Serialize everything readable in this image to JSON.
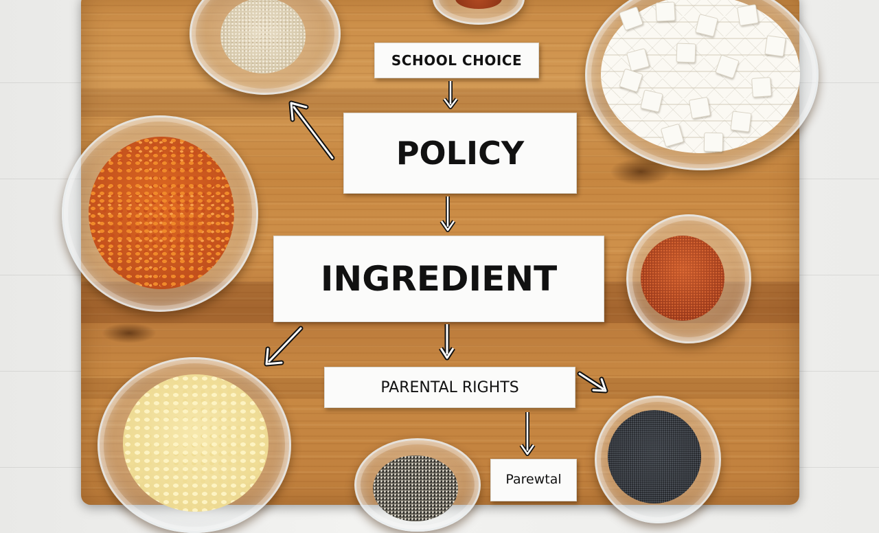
{
  "labels": {
    "school_choice": "SCHOOL CHOICE",
    "policy": "POLICY",
    "ingredient": "INGREDIENT",
    "parental_rights": "PARENTAL RIGHTS",
    "parental_partial": "Parewtal"
  },
  "colors": {
    "board": "#c98a44",
    "background": "#eeeeec",
    "label_bg": "#fbfbfa",
    "label_text": "#111111"
  },
  "bowls": [
    {
      "name": "sesame-seeds-bowl",
      "contents": "sesame seeds"
    },
    {
      "name": "red-lentils-bowl",
      "contents": "red lentils"
    },
    {
      "name": "tofu-cubes-bowl",
      "contents": "tofu cubes"
    },
    {
      "name": "paprika-bowl",
      "contents": "paprika"
    },
    {
      "name": "rice-bowl",
      "contents": "rice"
    },
    {
      "name": "pepper-bowl",
      "contents": "ground pepper"
    },
    {
      "name": "poppy-seeds-bowl",
      "contents": "poppy seeds"
    },
    {
      "name": "red-spice-bowl",
      "contents": "red spice"
    }
  ],
  "arrows": [
    {
      "name": "arrow-down-school-to-policy",
      "direction": "down"
    },
    {
      "name": "arrow-up-left",
      "direction": "up-left"
    },
    {
      "name": "arrow-down-policy-to-ingredient",
      "direction": "down"
    },
    {
      "name": "arrow-down-left",
      "direction": "down-left"
    },
    {
      "name": "arrow-down-ingredient-to-parental",
      "direction": "down"
    },
    {
      "name": "arrow-down-right",
      "direction": "down-right"
    },
    {
      "name": "arrow-down-parental-to-partial",
      "direction": "down"
    }
  ]
}
